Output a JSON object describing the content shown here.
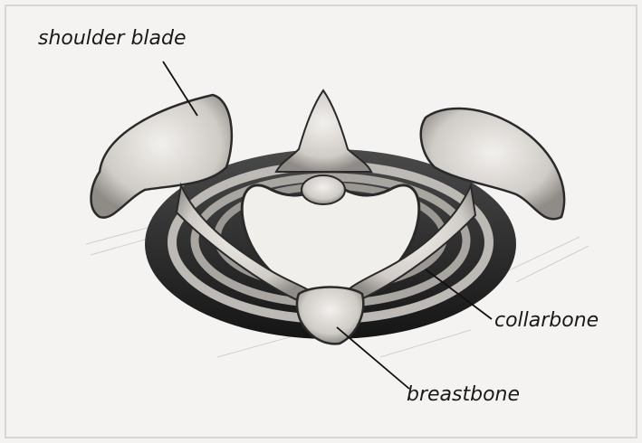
{
  "labels": {
    "shoulder_blade": "shoulder blade",
    "collarbone": "collarbone",
    "breastbone": "breastbone"
  },
  "colors": {
    "paper": "#f4f3f1",
    "bone_light": "#e9e7e4",
    "bone_mid": "#b9b6b2",
    "shadow": "#2a2a2a",
    "leader_line": "#111111"
  }
}
